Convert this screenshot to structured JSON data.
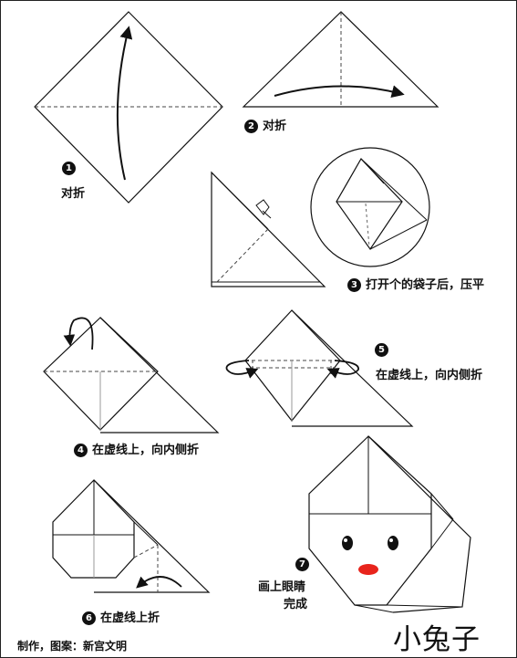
{
  "steps": [
    {
      "num": "1",
      "text": "对折"
    },
    {
      "num": "2",
      "text": "对折"
    },
    {
      "num": "3",
      "text": "打开个的袋子后，压平"
    },
    {
      "num": "4",
      "text": "在虚线上，向内侧折"
    },
    {
      "num": "5",
      "text": "在虚线上，向内侧折"
    },
    {
      "num": "6",
      "text": "在虚线上折"
    },
    {
      "num": "7",
      "text_line1": "画上眼睛",
      "text_line2": "完成"
    }
  ],
  "title": "小兔子",
  "credit": "制作，图案：新宫文明",
  "colors": {
    "line": "#111111",
    "nose": "#e8241c",
    "background": "#ffffff"
  }
}
